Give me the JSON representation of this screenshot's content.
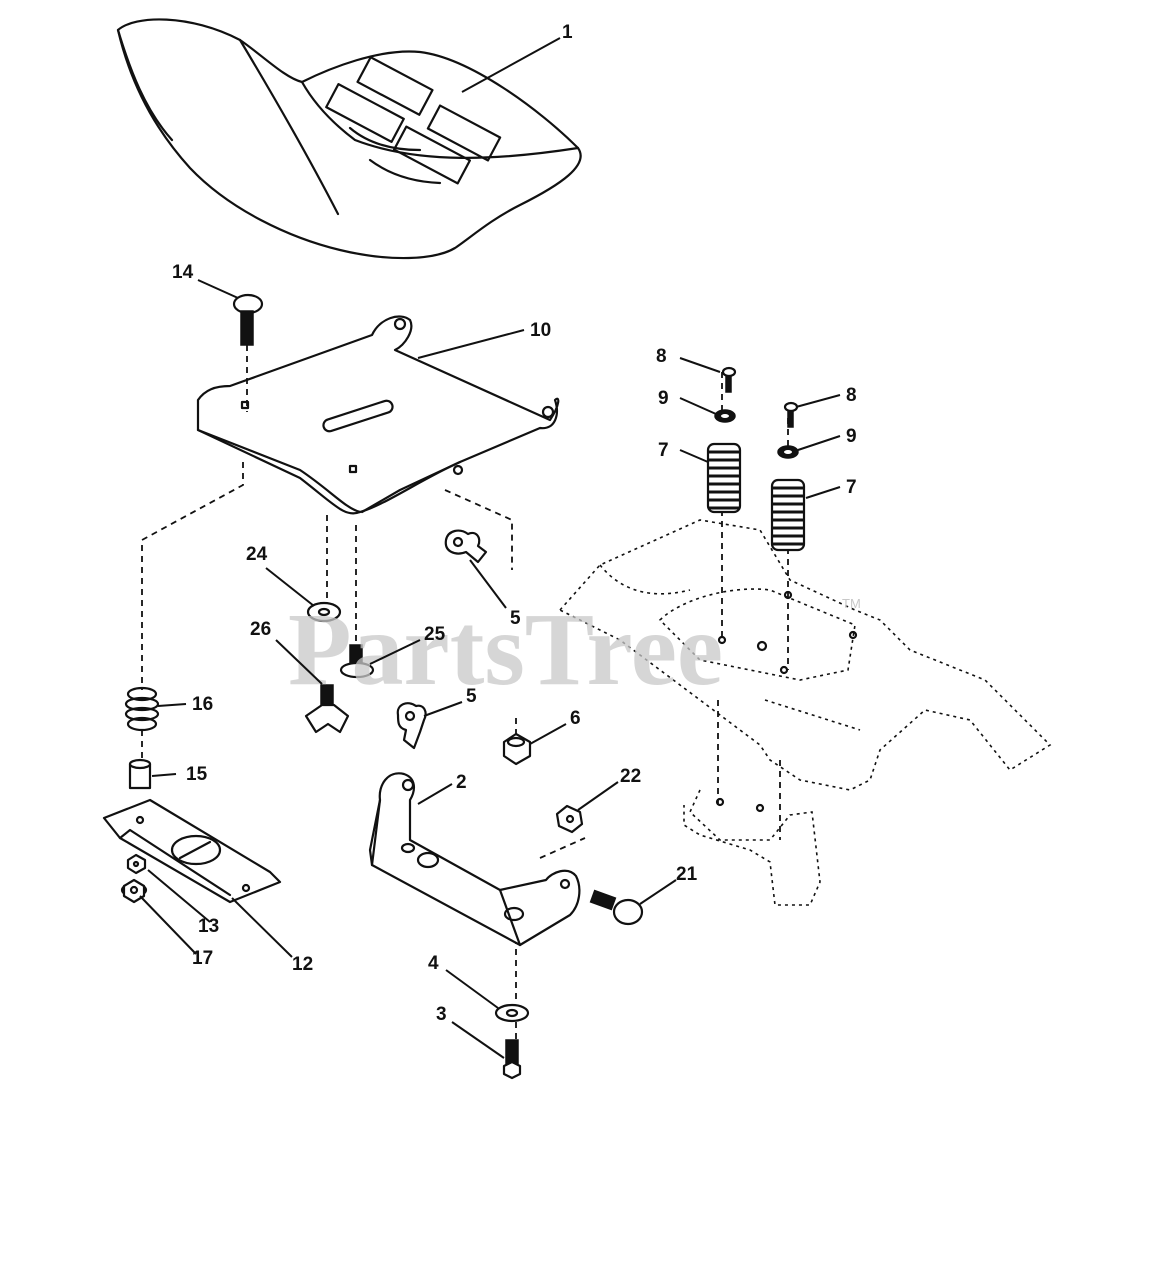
{
  "watermark": {
    "text": "PartsTree",
    "trademark": "TM"
  },
  "callouts": {
    "c1": "1",
    "c2": "2",
    "c3": "3",
    "c4": "4",
    "c5a": "5",
    "c5b": "5",
    "c6": "6",
    "c7a": "7",
    "c7b": "7",
    "c8a": "8",
    "c8b": "8",
    "c9a": "9",
    "c9b": "9",
    "c10": "10",
    "c12": "12",
    "c13": "13",
    "c14": "14",
    "c15": "15",
    "c16": "16",
    "c17": "17",
    "c21": "21",
    "c22": "22",
    "c24": "24",
    "c25": "25",
    "c26": "26"
  },
  "colors": {
    "line": "#111111",
    "watermark": "#c8c8c8",
    "background": "#ffffff"
  }
}
